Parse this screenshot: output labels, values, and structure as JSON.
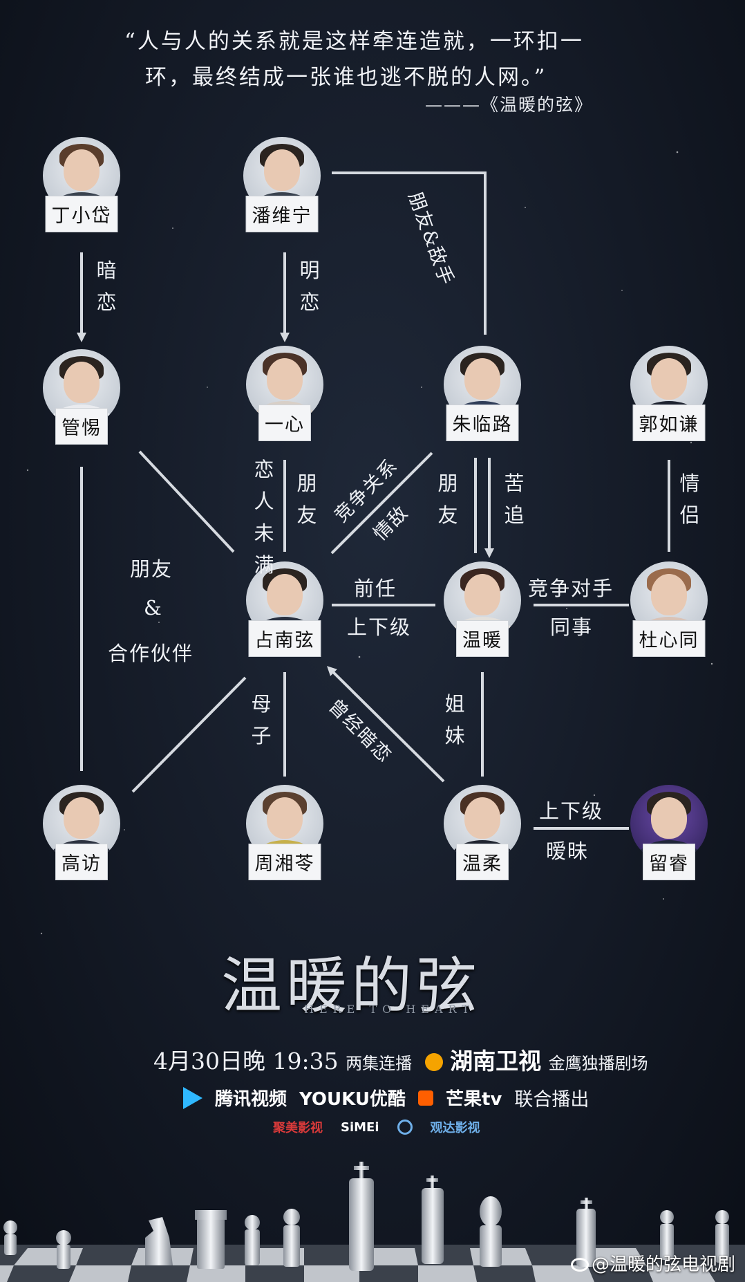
{
  "quote": {
    "line1": "“人与人的关系就是这样牵连造就，一环扣一",
    "line2": "环，最终结成一张谁也逃不脱的人网。”",
    "source": "———《温暖的弦》"
  },
  "characters": {
    "ding": "丁小岱",
    "pan": "潘维宁",
    "guan": "管惕",
    "yixin": "一心",
    "zhu": "朱临路",
    "guo": "郭如谦",
    "zhan": "占南弦",
    "wennuan": "温暖",
    "du": "杜心同",
    "gao": "高访",
    "zhou": "周湘苓",
    "wenrou": "温柔",
    "liu": "留睿"
  },
  "relations": {
    "ding_guan": "暗恋",
    "pan_yixin": "明恋",
    "pan_zhu": "朋友&敌手",
    "yixin_zhan_1": "恋人未满",
    "yixin_zhan_2": "朋友",
    "zhu_zhan_1": "竞争关系",
    "zhu_zhan_2": "情敌",
    "zhu_wennuan_1": "朋友",
    "zhu_wennuan_2": "苦追",
    "guo_du": "情侣",
    "guan_gao_1": "朋友",
    "guan_gao_2": "&",
    "guan_gao_3": "合作伙伴",
    "zhan_wennuan_1": "前任",
    "zhan_wennuan_2": "上下级",
    "wennuan_du_1": "竞争对手",
    "wennuan_du_2": "同事",
    "zhan_zhou": "母子",
    "wenrou_zhan": "曾经暗恋",
    "wennuan_wenrou": "姐妹",
    "wenrou_liu_1": "上下级",
    "wenrou_liu_2": "暧昧"
  },
  "footer": {
    "title": "温暖的弦",
    "subtitle": "HERE TO HEART",
    "airtime_date": "4月30日晚 19:35",
    "airtime_note": "两集连播",
    "channel": "湖南卫视",
    "channel_note": "金鹰独播剧场",
    "platform_1": "腾讯视频",
    "platform_2": "YOUKU优酷",
    "platform_3": "芒果tv",
    "platform_note": "联合播出",
    "producer_1": "聚美影视",
    "producer_2": "SiMEi",
    "producer_3": "观达影视",
    "weibo": "@温暖的弦电视剧"
  },
  "colors": {
    "background": "#141a26",
    "line": "#d6dae0",
    "label_bg": "#f4f5f7",
    "accent_red": "#d93a3a"
  }
}
